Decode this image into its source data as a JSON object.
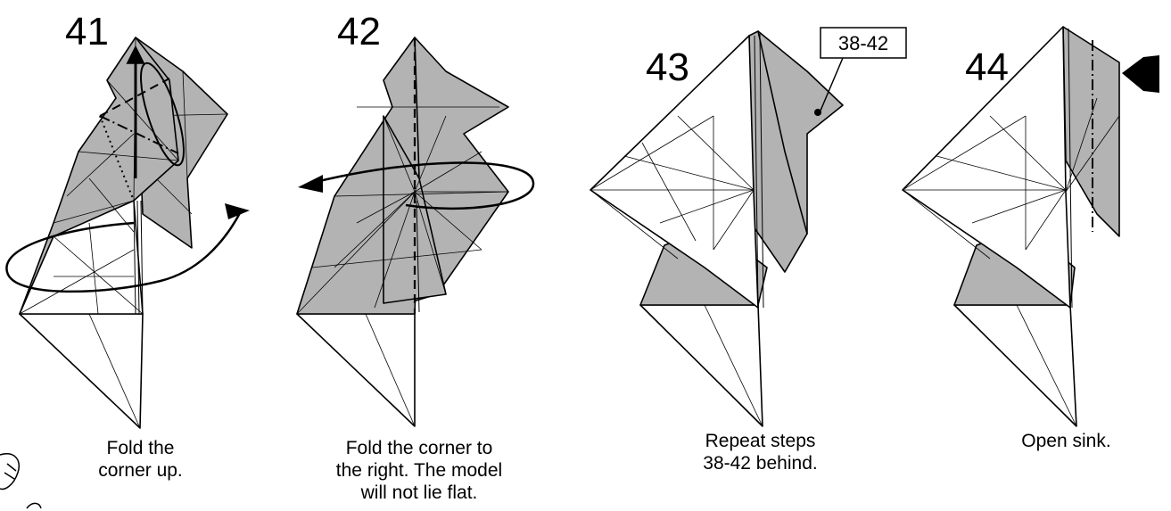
{
  "steps": [
    {
      "number": "41",
      "caption": "Fold the\ncorner up."
    },
    {
      "number": "42",
      "caption": "Fold the corner to\nthe right. The model\nwill not lie flat."
    },
    {
      "number": "43",
      "caption": "Repeat steps\n38-42 behind.",
      "ref_label": "38-42"
    },
    {
      "number": "44",
      "caption": "Open sink."
    }
  ],
  "colors": {
    "paper_shaded": "#b3b3b3",
    "paper_white": "#ffffff",
    "line": "#000000"
  },
  "icons": [
    "fold-arrow-icon",
    "push-arrow-icon",
    "repeat-behind-icon"
  ]
}
